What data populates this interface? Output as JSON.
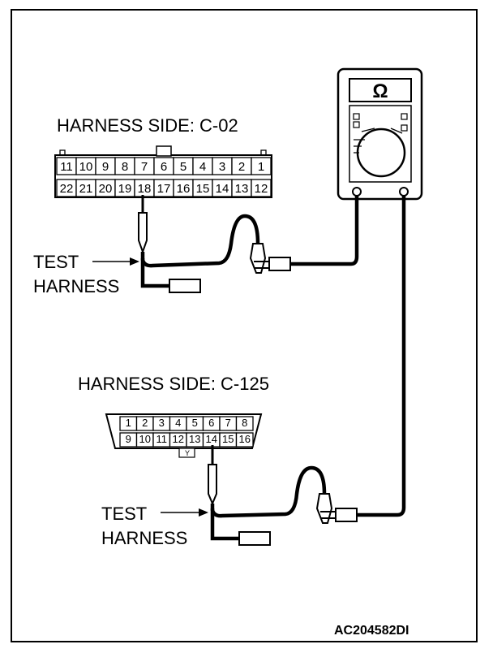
{
  "connector_top": {
    "title": "HARNESS SIDE: C-02",
    "row_top": [
      "11",
      "10",
      "9",
      "8",
      "7",
      "6",
      "5",
      "4",
      "3",
      "2",
      "1"
    ],
    "row_bottom": [
      "22",
      "21",
      "20",
      "19",
      "18",
      "17",
      "16",
      "15",
      "14",
      "13",
      "12"
    ]
  },
  "connector_bottom": {
    "title": "HARNESS SIDE: C-125",
    "row_top": [
      "1",
      "2",
      "3",
      "4",
      "5",
      "6",
      "7",
      "8"
    ],
    "row_bottom": [
      "9",
      "10",
      "11",
      "12",
      "13",
      "14",
      "15",
      "16"
    ],
    "key_label": "Y"
  },
  "labels": {
    "test": "TEST",
    "harness": "HARNESS"
  },
  "meter": {
    "symbol": "Ω"
  },
  "figure_code": "AC204582DI"
}
